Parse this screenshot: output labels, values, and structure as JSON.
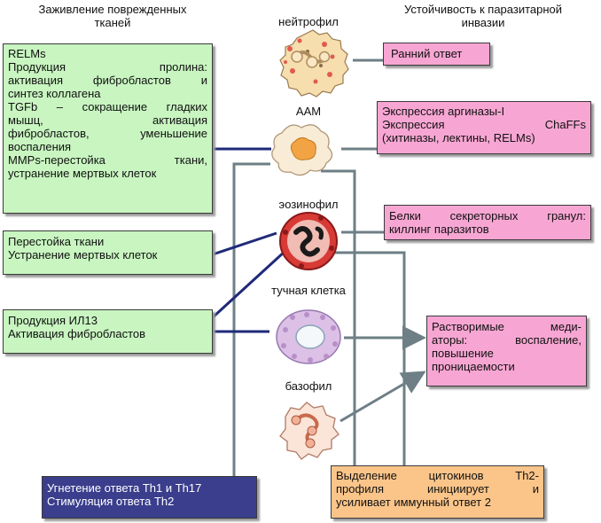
{
  "headers": {
    "left": [
      "Заживление поврежденных",
      "тканей"
    ],
    "right": [
      "Устойчивость к паразитарной",
      "инвазии"
    ]
  },
  "cells": {
    "neutrophil": "нейтрофил",
    "aam": "AAM",
    "eosinophil": "эозинофил",
    "mast_cell": "тучная клетка",
    "basophil": "базофил"
  },
  "left_boxes": {
    "relms": [
      "RELMs",
      "Продукция пролина:",
      "активация фибробластов и",
      "синтез коллагена",
      "TGFb – сокращение гладких",
      "мышц, активация",
      "фибробластов, уменьшение",
      "воспаления",
      "MMPs-перестойка ткани,",
      "устранение мертвых клеток"
    ],
    "tissue": [
      "Перестойка ткани",
      "Устранение мертвых клеток"
    ],
    "il13": [
      "Продукция ИЛ13",
      "Активация фибробластов"
    ],
    "th": [
      "Угнетение ответа Th1 и Th17",
      "Стимуляция ответа Th2"
    ]
  },
  "right_boxes": {
    "early": [
      "Ранний ответ"
    ],
    "arginase": [
      "Экспрессия аргиназы-I",
      "Экспрессия ChaFFs",
      "(хитиназы, лектины, RELMs)"
    ],
    "granules": [
      "Белки секреторных гранул:",
      "киллинг паразитов"
    ],
    "mediators": [
      "Растворимые меди-",
      "аторы: воспаление,",
      "повышение",
      "проницаемости"
    ],
    "cytokines": [
      "Выделение цитокинов Th2-",
      "профиля инициирует и",
      "усиливает иммунный ответ 2"
    ]
  },
  "colors": {
    "green": "#c8f5c0",
    "pink": "#f7a6d3",
    "orange": "#fbc58a",
    "navy": "#3a3e8c",
    "line_navy": "#1f2a7a",
    "line_gray": "#6e7f86"
  }
}
